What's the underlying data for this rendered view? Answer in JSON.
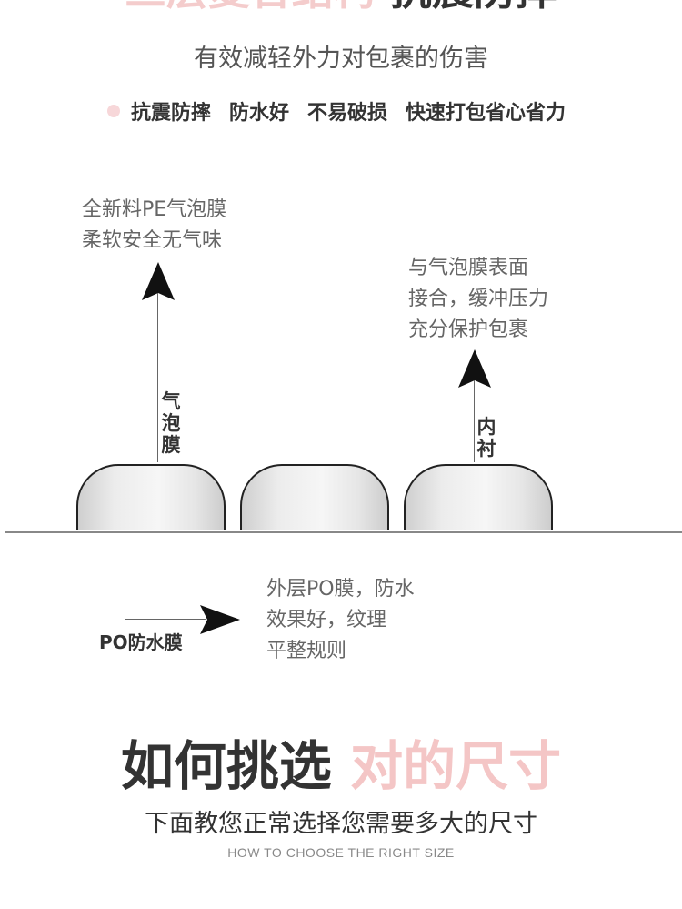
{
  "header": {
    "title_pink": "三层复合结构",
    "title_dark": "抗震防摔",
    "subtitle": "有效减轻外力对包裹的伤害",
    "features": [
      "抗震防摔",
      "防水好",
      "不易破损",
      "快速打包省心省力"
    ]
  },
  "diagram": {
    "bubble_film": {
      "label": "气泡膜",
      "note_lines": [
        "全新料PE气泡膜",
        "柔软安全无气味"
      ]
    },
    "inner_lining": {
      "label": "内衬",
      "note_lines": [
        "与气泡膜表面",
        "接合，缓冲压力",
        "充分保护包裹"
      ]
    },
    "po_film": {
      "label": "PO防水膜",
      "note_lines": [
        "外层PO膜，防水",
        "效果好，纹理",
        "平整规则"
      ]
    }
  },
  "size_section": {
    "title_dark": "如何挑选",
    "title_pink": "对的尺寸",
    "subtitle": "下面教您正常选择您需要多大的尺寸",
    "english": "HOW TO CHOOSE THE RIGHT SIZE"
  },
  "colors": {
    "accent_pink": "#f4cccc",
    "text_dark": "#333333",
    "text_gray": "#666666"
  }
}
